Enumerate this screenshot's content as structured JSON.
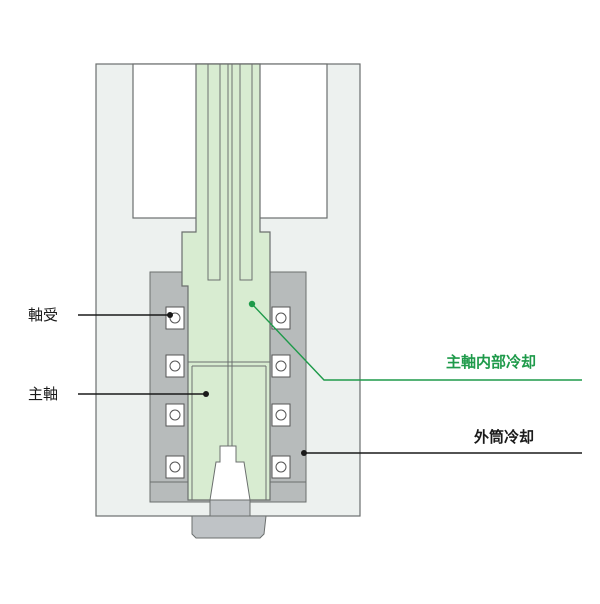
{
  "labels": {
    "bearing": "軸受",
    "spindle": "主軸",
    "spindle_internal_cooling": "主軸内部冷却",
    "outer_sleeve_cooling": "外筒冷却"
  },
  "colors": {
    "housing_fill": "#edf1ef",
    "housing_stroke": "#6b6f6e",
    "spindle_fill": "#d8ecd1",
    "bearing_area": "#b7bbbb",
    "bearing_fill": "#ffffff",
    "tool_fill": "#bfc3c6",
    "accent_green": "#1e9a4a",
    "leader_dark": "#1a1a1a"
  }
}
